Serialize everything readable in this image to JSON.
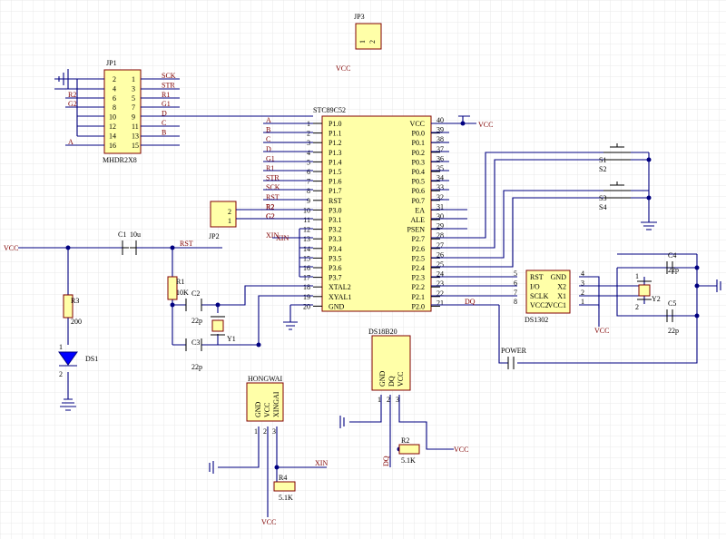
{
  "colors": {
    "wire": "#000080",
    "body": "#ffffa8",
    "outline": "#800000",
    "grid": "#e9e9e9"
  },
  "mcu": {
    "name": "STC89C52",
    "left_pins": [
      [
        "1",
        "P1.0"
      ],
      [
        "2",
        "P1.1"
      ],
      [
        "3",
        "P1.2"
      ],
      [
        "4",
        "P1.3"
      ],
      [
        "5",
        "P1.4"
      ],
      [
        "6",
        "P1.5"
      ],
      [
        "7",
        "P1.6"
      ],
      [
        "8",
        "P1.7"
      ],
      [
        "9",
        "RST"
      ],
      [
        "10",
        "P3.0"
      ],
      [
        "11",
        "P3.1"
      ],
      [
        "12",
        "P3.2"
      ],
      [
        "13",
        "P3.3"
      ],
      [
        "14",
        "P3.4"
      ],
      [
        "15",
        "P3.5"
      ],
      [
        "16",
        "P3.6"
      ],
      [
        "17",
        "P3.7"
      ],
      [
        "18",
        "XTAL2"
      ],
      [
        "19",
        "XYAL1"
      ],
      [
        "20",
        "GND"
      ]
    ],
    "right_pins": [
      [
        "40",
        "VCC"
      ],
      [
        "39",
        "P0.0"
      ],
      [
        "38",
        "P0.1"
      ],
      [
        "37",
        "P0.2"
      ],
      [
        "36",
        "P0.3"
      ],
      [
        "35",
        "P0.4"
      ],
      [
        "34",
        "P0.5"
      ],
      [
        "33",
        "P0.6"
      ],
      [
        "32",
        "P0.7"
      ],
      [
        "31",
        "EA"
      ],
      [
        "30",
        "ALE"
      ],
      [
        "29",
        "PSEN"
      ],
      [
        "28",
        "P2.7"
      ],
      [
        "27",
        "P2.6"
      ],
      [
        "26",
        "P2.5"
      ],
      [
        "25",
        "P2.4"
      ],
      [
        "24",
        "P2.3"
      ],
      [
        "23",
        "P2.2"
      ],
      [
        "22",
        "P2.1"
      ],
      [
        "21",
        "P2.0"
      ]
    ],
    "left_nets": [
      "A",
      "B",
      "C",
      "D",
      "G1",
      "R1",
      "STR",
      "SCK",
      "RST",
      "R2",
      "G2",
      "",
      "XIN"
    ],
    "right_net": "DQ"
  },
  "jp1": {
    "ref": "JP1",
    "name": "MHDR2X8",
    "rows": [
      [
        "2",
        "1"
      ],
      [
        "4",
        "3"
      ],
      [
        "6",
        "5"
      ],
      [
        "8",
        "7"
      ],
      [
        "10",
        "9"
      ],
      [
        "12",
        "11"
      ],
      [
        "14",
        "13"
      ],
      [
        "16",
        "15"
      ]
    ],
    "left_nets": [
      "",
      "",
      "R2",
      "G2",
      "",
      "",
      "",
      "A"
    ],
    "right_nets": [
      "SCK",
      "STR",
      "R1",
      "G1",
      "D",
      "C",
      "B",
      ""
    ]
  },
  "jp3": {
    "ref": "JP3",
    "pins": [
      "1",
      "2"
    ],
    "net": "VCC"
  },
  "jp2": {
    "ref": "JP2",
    "pins": [
      "2",
      "1"
    ],
    "nets": [
      "R2",
      "G2"
    ]
  },
  "vcc": "VCC",
  "c1": {
    "ref": "C1",
    "value": "10u"
  },
  "rst": "RST",
  "r3": {
    "ref": "R3",
    "value": "200"
  },
  "ds1": {
    "ref": "DS1",
    "pins": [
      "1",
      "2"
    ]
  },
  "r1": {
    "ref": "R1",
    "value": "10K"
  },
  "c2": {
    "ref": "C2",
    "value": "22p"
  },
  "c3": {
    "ref": "C3",
    "value": "22p"
  },
  "y1": {
    "ref": "Y1"
  },
  "xin": "XIN",
  "hongwai": {
    "name": "HONGWAI",
    "pins": [
      "1",
      "2",
      "3"
    ],
    "labels": [
      "GND",
      "VCC",
      "XINGAI"
    ]
  },
  "r4": {
    "ref": "R4",
    "value": "5.1K"
  },
  "ds18b20": {
    "name": "DS18B20",
    "pins": [
      "1",
      "2",
      "3"
    ],
    "labels": [
      "GND",
      "DQ",
      "VCC"
    ]
  },
  "r2": {
    "ref": "R2",
    "value": "5.1K"
  },
  "dq": "DQ",
  "ds1302": {
    "name": "DS1302",
    "left_pins": [
      [
        "5",
        "RST"
      ],
      [
        "6",
        "I/O"
      ],
      [
        "7",
        "SCLK"
      ],
      [
        "8",
        "VCC2"
      ]
    ],
    "right_pins": [
      [
        "4",
        "GND"
      ],
      [
        "3",
        "X2"
      ],
      [
        "2",
        "X1"
      ],
      [
        "1",
        "VCC1"
      ]
    ]
  },
  "c4": {
    "ref": "C4",
    "value": "22p"
  },
  "c5": {
    "ref": "C5",
    "value": "22p"
  },
  "y2": {
    "ref": "Y2",
    "pins": [
      "1",
      "2"
    ]
  },
  "power": "POWER",
  "switches": [
    {
      "a": "S1",
      "b": "S2"
    },
    {
      "a": "S3",
      "b": "S4"
    }
  ]
}
